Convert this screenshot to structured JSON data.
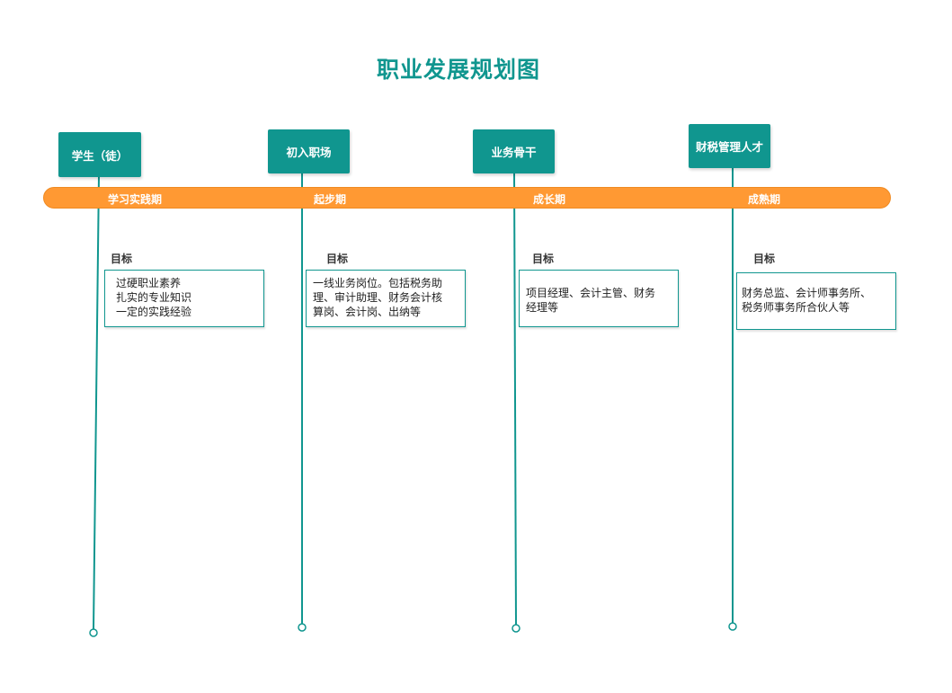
{
  "title": "职业发展规划图",
  "colors": {
    "teal": "#10968f",
    "orange": "#ff9933",
    "line": "#10968f"
  },
  "stages": [
    {
      "box_label": "学生（徒）",
      "phase": "学习实践期",
      "goal_title": "目标",
      "goal_lines": [
        "过硬职业素养",
        "扎实的专业知识",
        "一定的实践经验"
      ]
    },
    {
      "box_label": "初入职场",
      "phase": "起步期",
      "goal_title": "目标",
      "goal_lines": [
        "一线业务岗位。包括税务助",
        "理、审计助理、财务会计核",
        "算岗、会计岗、出纳等"
      ]
    },
    {
      "box_label": "业务骨干",
      "phase": "成长期",
      "goal_title": "目标",
      "goal_lines": [
        "项目经理、会计主管、财务",
        "经理等"
      ]
    },
    {
      "box_label": "财税管理人才",
      "phase": "成熟期",
      "goal_title": "目标",
      "goal_lines": [
        "财务总监、会计师事务所、",
        "税务师事务所合伙人等"
      ]
    }
  ]
}
